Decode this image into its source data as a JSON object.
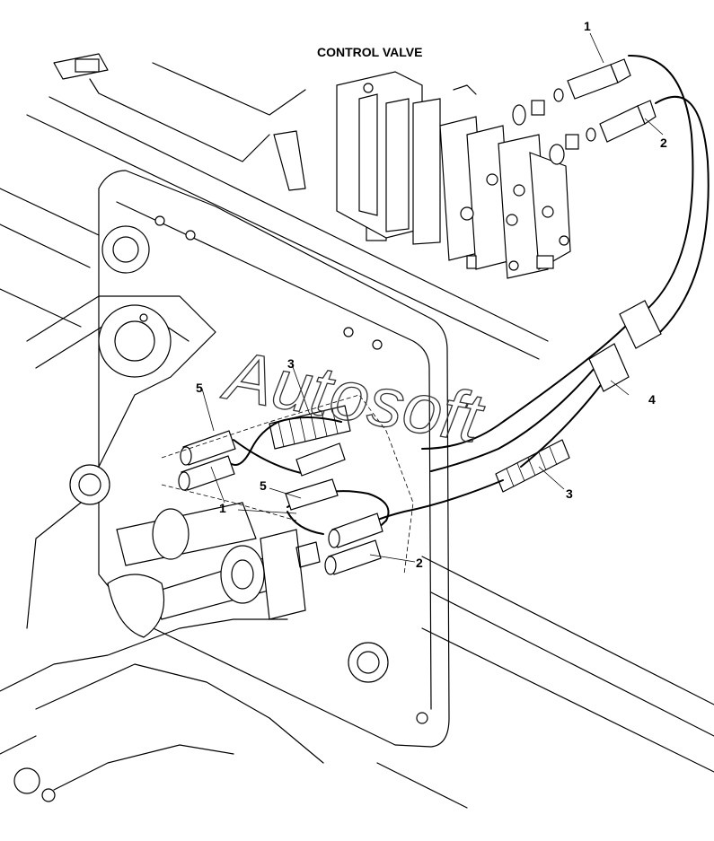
{
  "title": "CONTROL VALVE",
  "watermark": "Autosoft",
  "callouts": [
    {
      "id": "c1-top",
      "text": "1"
    },
    {
      "id": "c2-top",
      "text": "2"
    },
    {
      "id": "c4",
      "text": "4"
    },
    {
      "id": "c3-right",
      "text": "3"
    },
    {
      "id": "c3-left",
      "text": "3"
    },
    {
      "id": "c5-upper",
      "text": "5"
    },
    {
      "id": "c1-left",
      "text": "1"
    },
    {
      "id": "c5-lower",
      "text": "5"
    },
    {
      "id": "c2-lower",
      "text": "2"
    }
  ]
}
